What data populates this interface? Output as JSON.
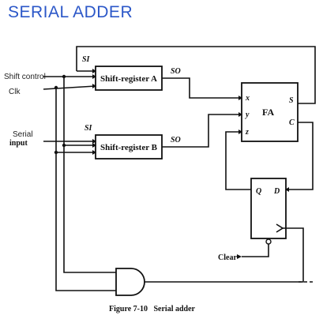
{
  "title": "SERIAL ADDER",
  "inputs": {
    "shift_control": "Shift control",
    "clk": "Clk",
    "serial": "Serial",
    "input": "input",
    "clear": "Clear"
  },
  "register_a": {
    "label": "Shift-register A",
    "si": "SI",
    "so": "SO"
  },
  "register_b": {
    "label": "Shift-register B",
    "si": "SI",
    "so": "SO"
  },
  "full_adder": {
    "label": "FA",
    "x": "x",
    "y": "y",
    "z": "z",
    "s": "S",
    "c": "C"
  },
  "flip_flop": {
    "q": "Q",
    "d": "D"
  },
  "caption": "Figure 7-10   Serial adder"
}
